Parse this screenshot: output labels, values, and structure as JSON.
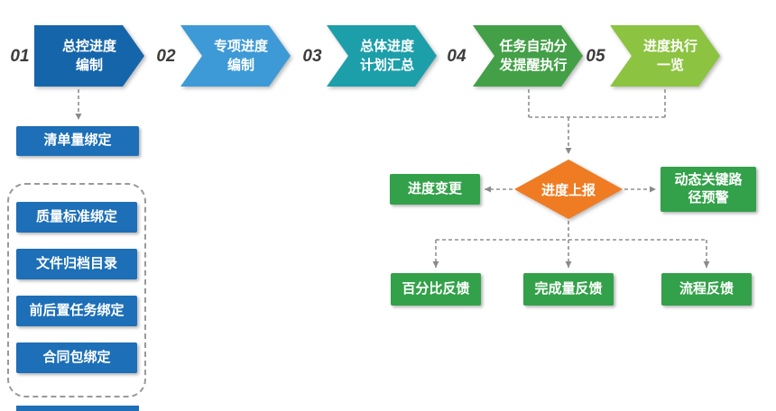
{
  "steps": [
    {
      "num": "01",
      "label": "总控进度\n编制",
      "color": "#1565ab"
    },
    {
      "num": "02",
      "label": "专项进度\n编制",
      "color": "#3d9ad6"
    },
    {
      "num": "03",
      "label": "总体进度\n计划汇总",
      "color": "#1d9faa"
    },
    {
      "num": "04",
      "label": "任务自动分\n发提醒执行",
      "color": "#43a047"
    },
    {
      "num": "05",
      "label": "进度执行\n一览",
      "color": "#8cc340"
    }
  ],
  "binding_flow": {
    "first_box": "清单量绑定",
    "group_boxes": [
      "质量标准绑定",
      "文件归档目录",
      "前后置任务绑定",
      "合同包绑定"
    ]
  },
  "report_flow": {
    "diamond": "进度上报",
    "change_box": "进度变更",
    "warning_box": "动态关键路\n径预警",
    "feedback_boxes": [
      "百分比反馈",
      "完成量反馈",
      "流程反馈"
    ]
  },
  "colors": {
    "blue_box": "#1d6fb7",
    "green_box": "#33a14a",
    "diamond": "#ef7c23"
  }
}
